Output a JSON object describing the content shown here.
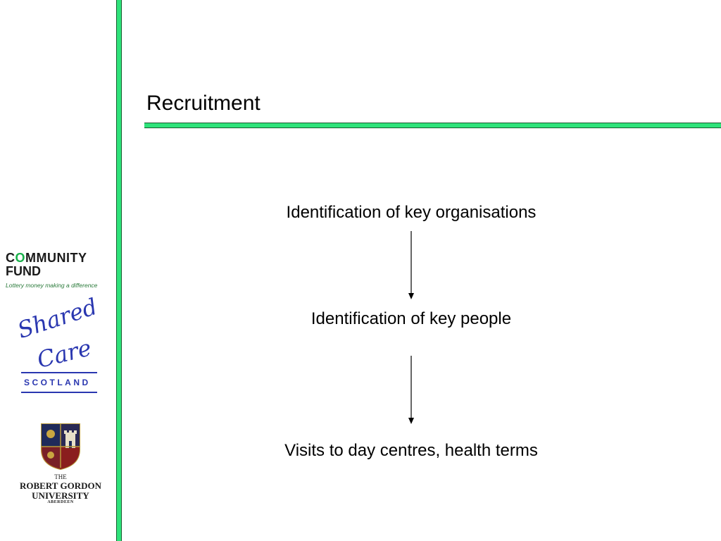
{
  "slide": {
    "title": "Recruitment",
    "steps": [
      "Identification of key organisations",
      "Identification of key people",
      "Visits to day centres, health terms"
    ]
  },
  "logos": {
    "community_fund": {
      "line1_prefix": "C",
      "line1_accent": "O",
      "line1_suffix": "MMUNITY",
      "line2": "FUND",
      "tagline": "Lottery money making a difference"
    },
    "shared_care": {
      "word1": "Shared",
      "word2": "Care",
      "word3": "SCOTLAND"
    },
    "rgu": {
      "line0": "THE",
      "line1": "ROBERT GORDON",
      "line2": "UNIVERSITY",
      "line3": "ABERDEEN"
    }
  },
  "colors": {
    "accent_green": "#2ee37a",
    "shared_care_blue": "#2a37b0",
    "crest_navy": "#1f2a5a",
    "crest_red": "#8a1e1e"
  }
}
